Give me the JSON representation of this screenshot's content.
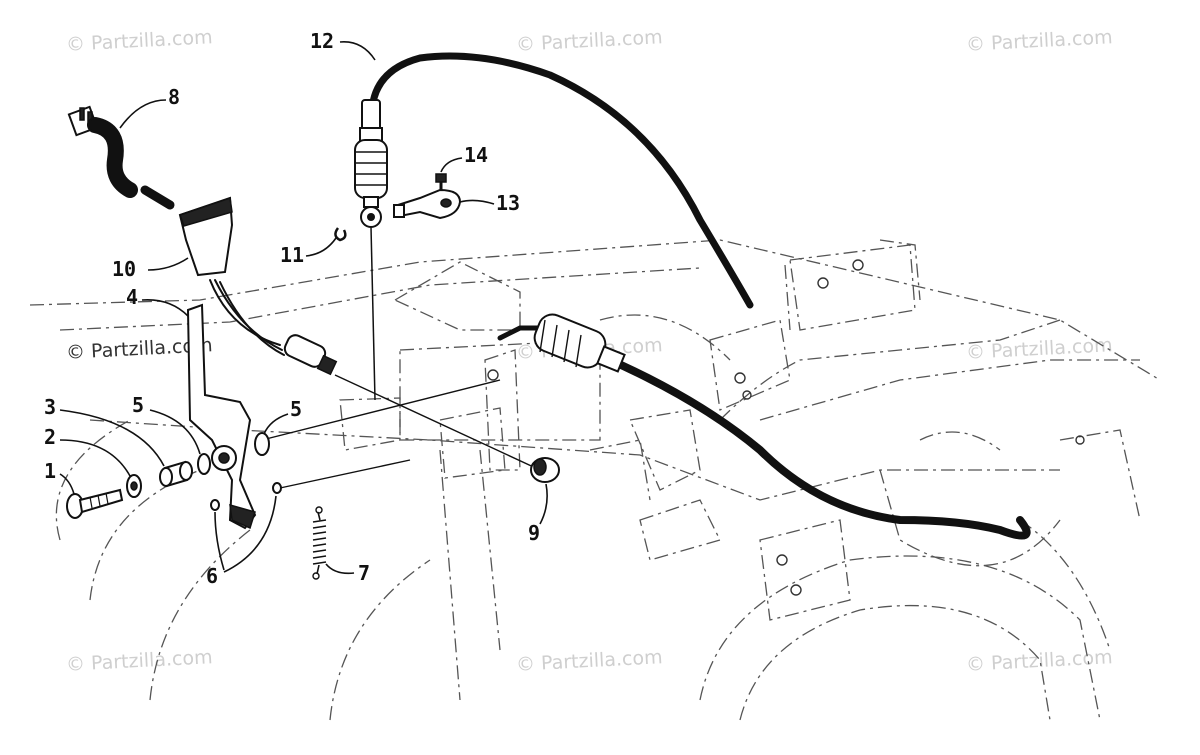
{
  "watermark": {
    "text": "© Partzilla.com"
  },
  "diagram": {
    "callouts": [
      "1",
      "2",
      "3",
      "4",
      "5",
      "5",
      "6",
      "7",
      "8",
      "9",
      "10",
      "11",
      "12",
      "13",
      "14"
    ],
    "colors": {
      "ink": "#111111",
      "frame": "#555555",
      "watermark": "#cfcfcf"
    }
  }
}
